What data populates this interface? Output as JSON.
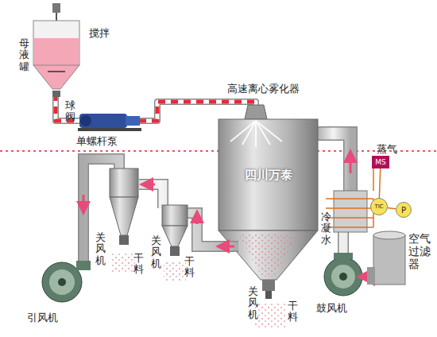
{
  "diagram": {
    "nodes": [
      {
        "text": [
          "四川万泰"
        ]
      },
      {
        "text": [
          "MS"
        ]
      },
      {
        "text": [
          "TIC"
        ]
      },
      {
        "text": [
          "P"
        ]
      }
    ],
    "edges": [
      {
        "from": 1,
        "to": 2,
        "arrow": "none"
      },
      {
        "from": 2,
        "to": 3,
        "arrow": "none"
      }
    ],
    "labels": [
      "搅拌",
      "母液罐",
      "球阀",
      "单螺杆泵",
      "高速离心雾化器",
      "蒸气",
      "冷凝水",
      "空气过滤器",
      "鼓风机",
      "引风机",
      "关风机",
      "干料",
      "关风机",
      "干料",
      "关风机",
      "干料"
    ]
  }
}
